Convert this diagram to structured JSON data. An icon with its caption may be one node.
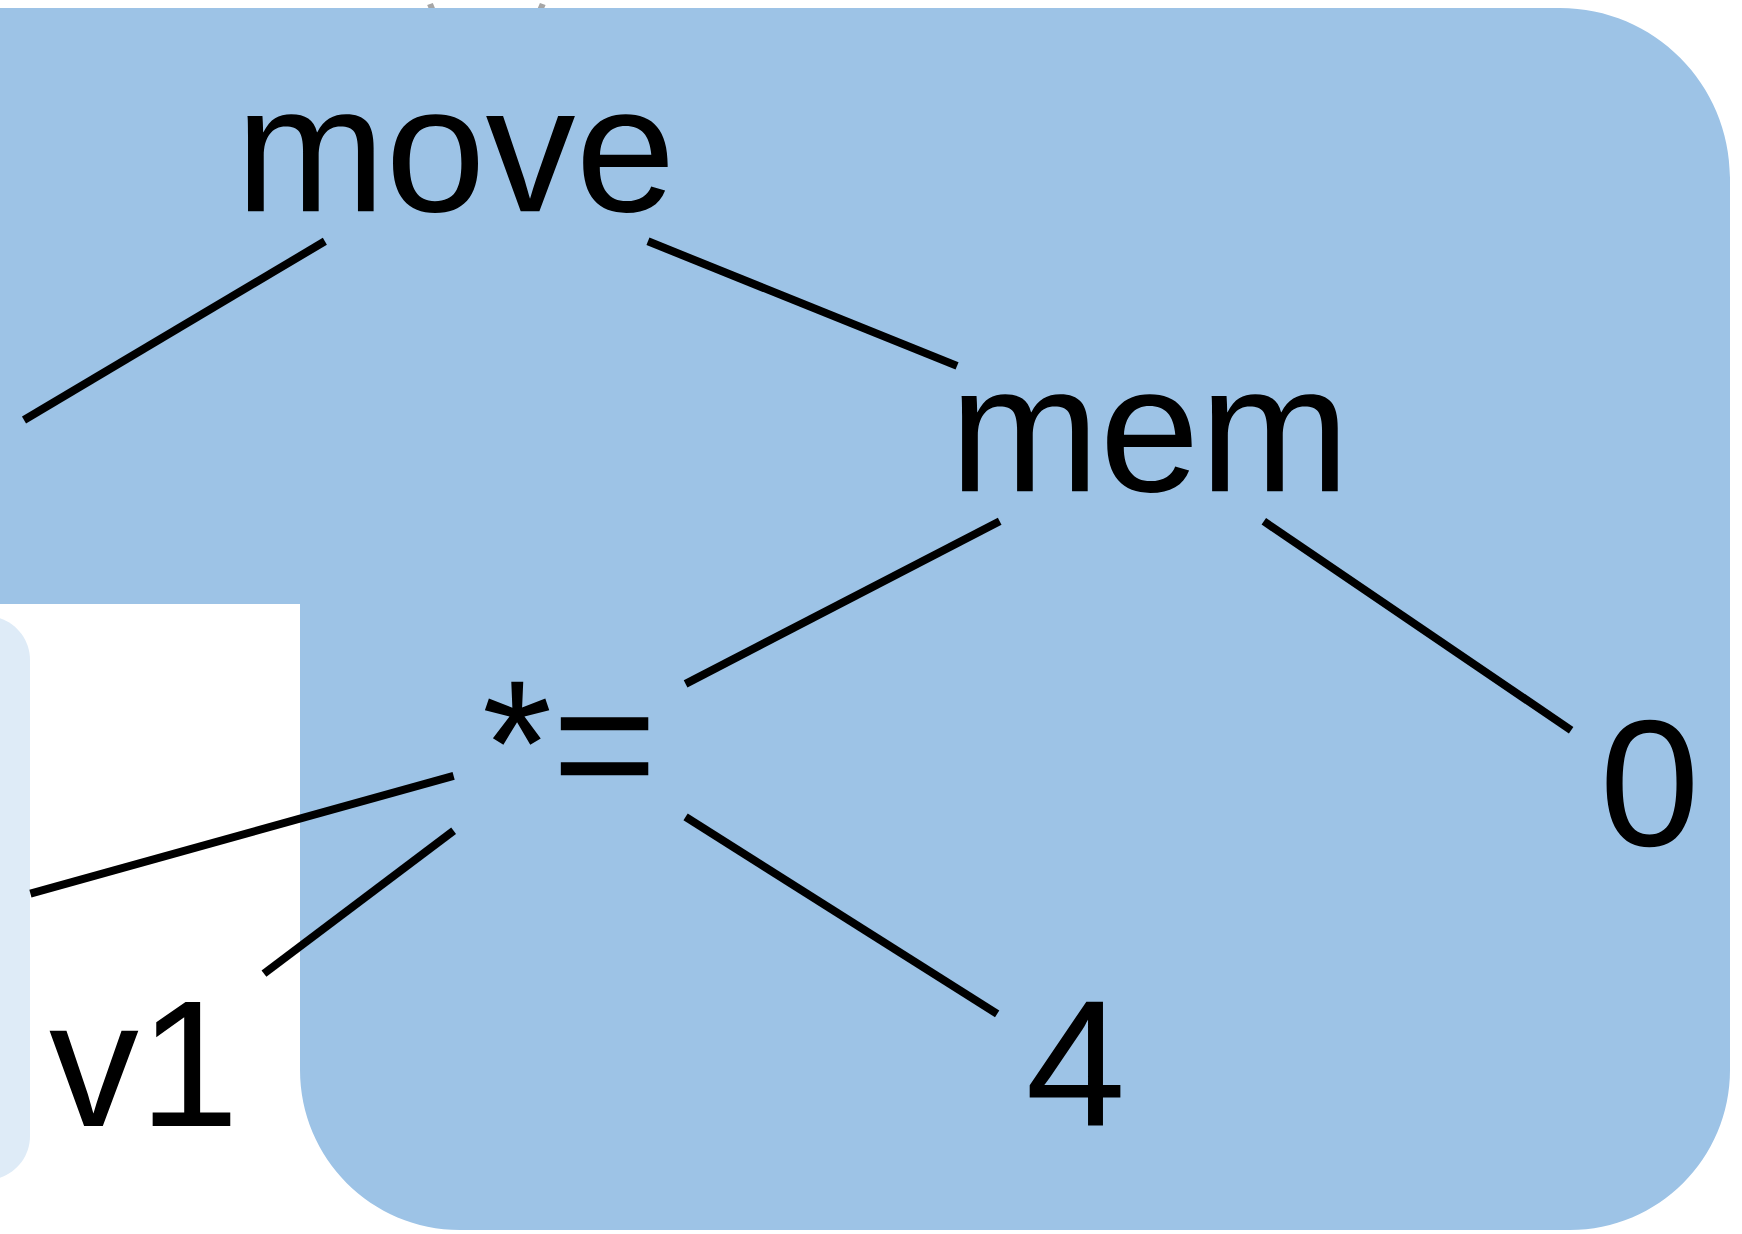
{
  "diagram": {
    "nodes": [
      {
        "text": [],
        "shape": "box"
      },
      {
        "text": [
          "move"
        ],
        "in": 0
      },
      {
        "text": [
          "mem"
        ],
        "in": 0
      },
      {
        "text": [
          "*="
        ],
        "in": 0
      },
      {
        "text": [
          "0"
        ],
        "in": 0
      },
      {
        "text": [
          "v1"
        ]
      },
      {
        "text": [
          "4"
        ],
        "in": 0
      },
      {
        "text": [],
        "shape": "box"
      }
    ],
    "edges": [
      {
        "from": 1,
        "to": null,
        "arrow": "none"
      },
      {
        "from": 1,
        "to": 2,
        "arrow": "none"
      },
      {
        "from": 2,
        "to": 3,
        "arrow": "none"
      },
      {
        "from": 2,
        "to": 4,
        "arrow": "none"
      },
      {
        "from": 3,
        "to": 7,
        "arrow": "none"
      },
      {
        "from": 3,
        "to": 5,
        "arrow": "none"
      },
      {
        "from": 3,
        "to": 6,
        "arrow": "none"
      }
    ]
  }
}
